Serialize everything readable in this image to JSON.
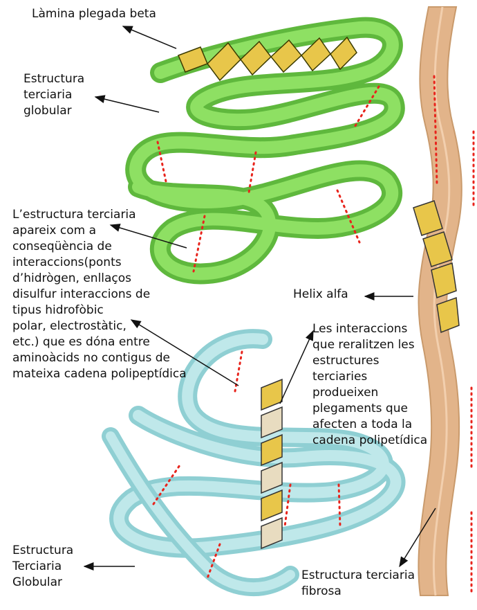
{
  "labels": {
    "beta_sheet": "Làmina plegada beta",
    "globular_top": "Estructura\nterciaria\nglobular",
    "tertiary_explanation": "L’estructura terciaria\napareix com a\nconseqüència de\ninteraccions(ponts\nd’hidrògen, enllaços\ndisulfur interaccions de\ntipus hidrofòbic\npolar, electrostàtic,\netc.) que es dóna entre\naminoàcids no contigus de\nmateixa cadena polipeptídica",
    "alpha_helix": "Helix alfa",
    "interactions": "Les interaccions\nque reralitzen les\nestructures\nterciaries\nprodueixen\nplegaments que\nafecten a toda la\ncadena polipetídica",
    "globular_bottom": "Estructura\nTerciaria\nGlobular",
    "fibrous": "Estructura terciaria\nfibrosa"
  },
  "colors": {
    "green_ribbon": "#7ed957",
    "cyan_ribbon": "#b8e4e6",
    "fibrous_ribbon": "#e2b48a",
    "helix_yellow": "#e8c64a",
    "disulfide": "#e8241c"
  }
}
